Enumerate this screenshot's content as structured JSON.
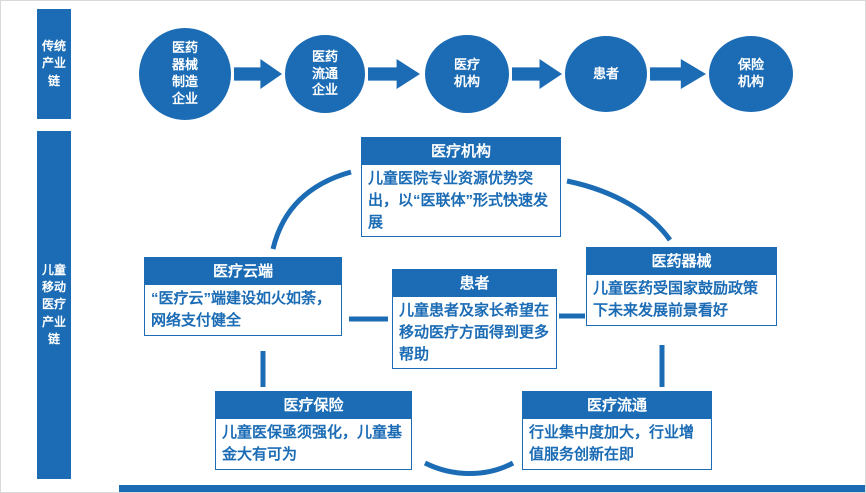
{
  "colors": {
    "primary": "#1B6CB5",
    "node_body_background": "#FFFFFF",
    "node_text": "#1B6CB5"
  },
  "traditional_chain": {
    "label": "传统产业链",
    "nodes": [
      {
        "label": "医药器械制造企业"
      },
      {
        "label": "医药流通企业"
      },
      {
        "label": "医疗机构"
      },
      {
        "label": "患者"
      },
      {
        "label": "保险机构"
      }
    ]
  },
  "mobile_chain": {
    "label": "儿童移动医疗产业链",
    "nodes": {
      "institution": {
        "title": "医疗机构",
        "body": "儿童医院专业资源优势突出，以“医联体”形式快速发展"
      },
      "cloud": {
        "title": "医疗云端",
        "body": "“医疗云”端建设如火如荼，网络支付健全"
      },
      "patient": {
        "title": "患者",
        "body": "儿童患者及家长希望在移动医疗方面得到更多帮助"
      },
      "device": {
        "title": "医药器械",
        "body": "儿童医药受国家鼓励政策下未来发展前景看好"
      },
      "insurance": {
        "title": "医疗保险",
        "body": "儿童医保亟须强化，儿童基金大有可为"
      },
      "circulation": {
        "title": "医疗流通",
        "body": "行业集中度加大，行业增值服务创新在即"
      }
    }
  }
}
